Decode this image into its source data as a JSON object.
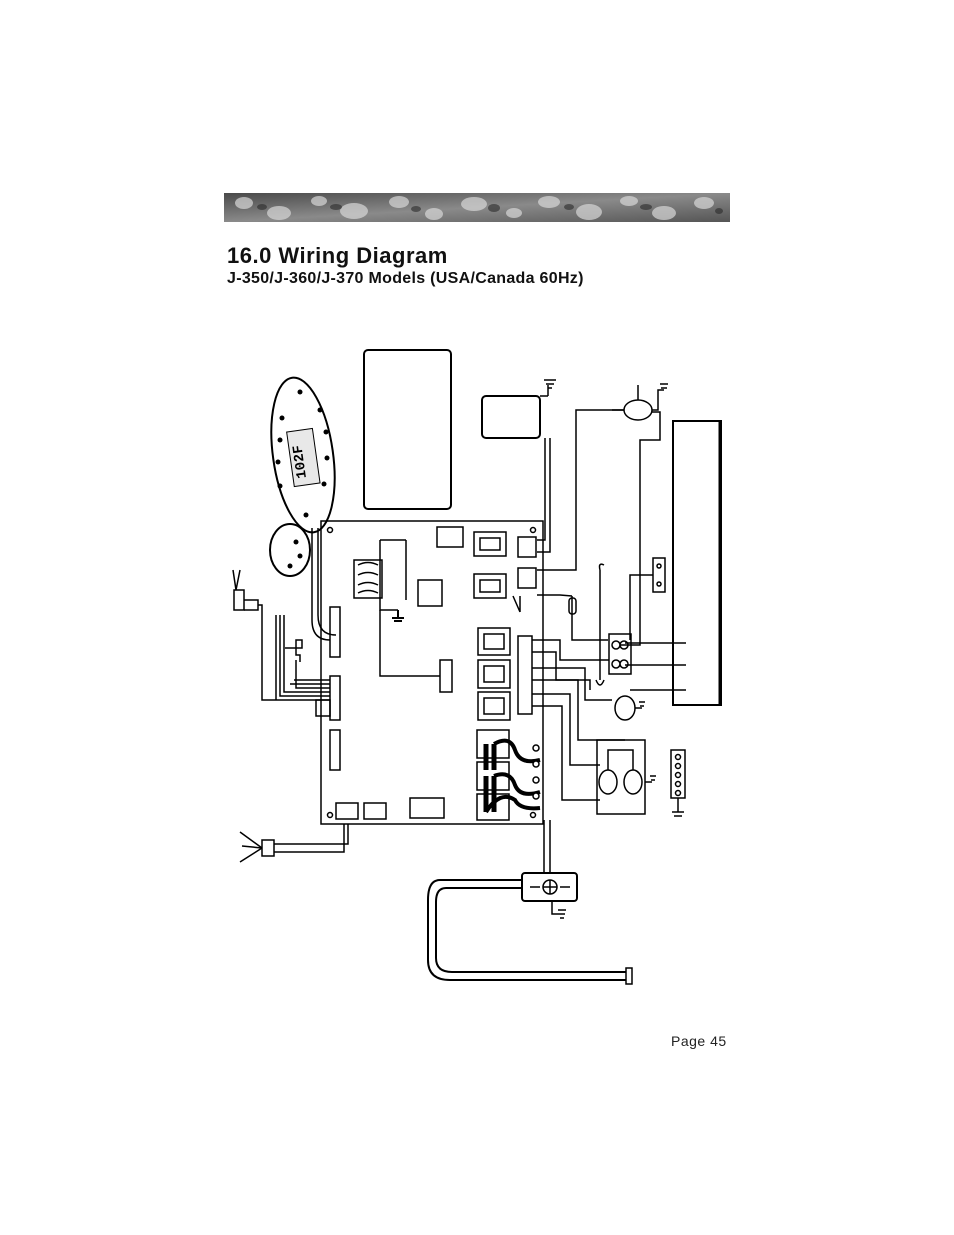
{
  "header": {
    "section_title": "16.0  Wiring Diagram",
    "subtitle": "J-350/J-360/J-370 Models (USA/Canada 60Hz)"
  },
  "control_panel": {
    "display_readout": "102F"
  },
  "footer": {
    "page_label": "Page 45"
  }
}
